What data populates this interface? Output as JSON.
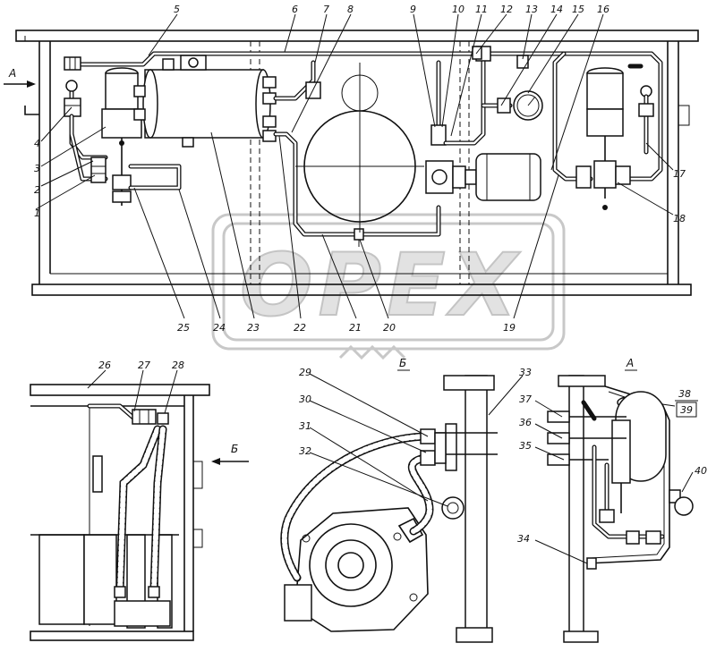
{
  "watermark": {
    "text": "OPEX"
  },
  "callouts_main": [
    "1",
    "2",
    "3",
    "4",
    "5",
    "6",
    "7",
    "8",
    "9",
    "10",
    "11",
    "12",
    "13",
    "14",
    "15",
    "16",
    "17",
    "18",
    "19",
    "20",
    "21",
    "22",
    "23",
    "24",
    "25"
  ],
  "callouts_views": [
    "26",
    "27",
    "28",
    "29",
    "30",
    "31",
    "32",
    "33",
    "34",
    "35",
    "36",
    "37",
    "38",
    "39",
    "40"
  ],
  "view_labels": {
    "arrow_a": "A",
    "arrow_b": "Б",
    "view_b_title": "Б",
    "view_a_title": "А"
  },
  "fraction_38_39": {
    "top": "38",
    "bottom": "39"
  }
}
